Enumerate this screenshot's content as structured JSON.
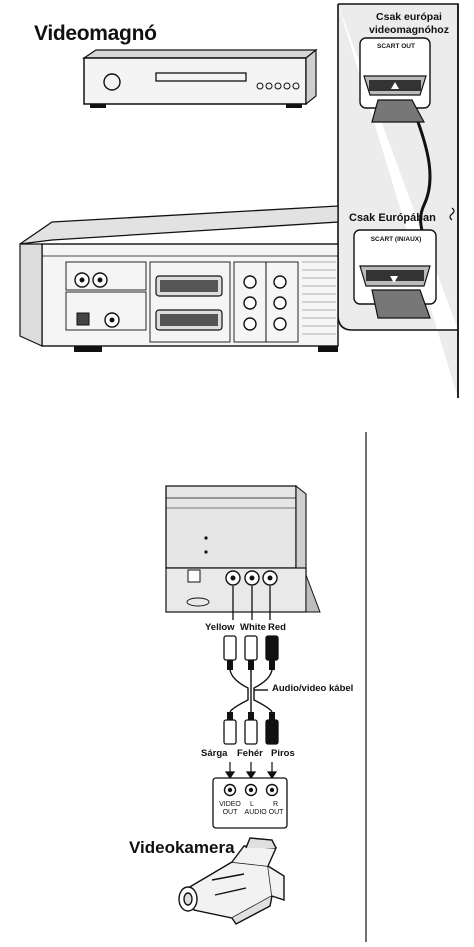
{
  "top_section": {
    "vcr_heading": "Videomagnó",
    "note_european_vcr": "Csak európai videomagnóhoz",
    "vcr_scart_label": "SCART OUT",
    "note_europe_only": "Csak Európában",
    "player_scart_label": "SCART (IN/AUX)"
  },
  "bottom_section": {
    "cable_colors_top": [
      "Yellow",
      "White",
      "Red"
    ],
    "cable_label": "Audio/video kábel",
    "cable_colors_bottom": [
      "Sárga",
      "Fehér",
      "Piros"
    ],
    "camcorder_jacks": {
      "video_out": "VIDEO OUT",
      "audio_channels": [
        "L",
        "R"
      ],
      "audio_out": "AUDIO OUT"
    },
    "camcorder_heading": "Videokamera"
  },
  "colors": {
    "panel_background": "#ececec",
    "line": "#111111",
    "device_gray": "#d6d6d6"
  }
}
